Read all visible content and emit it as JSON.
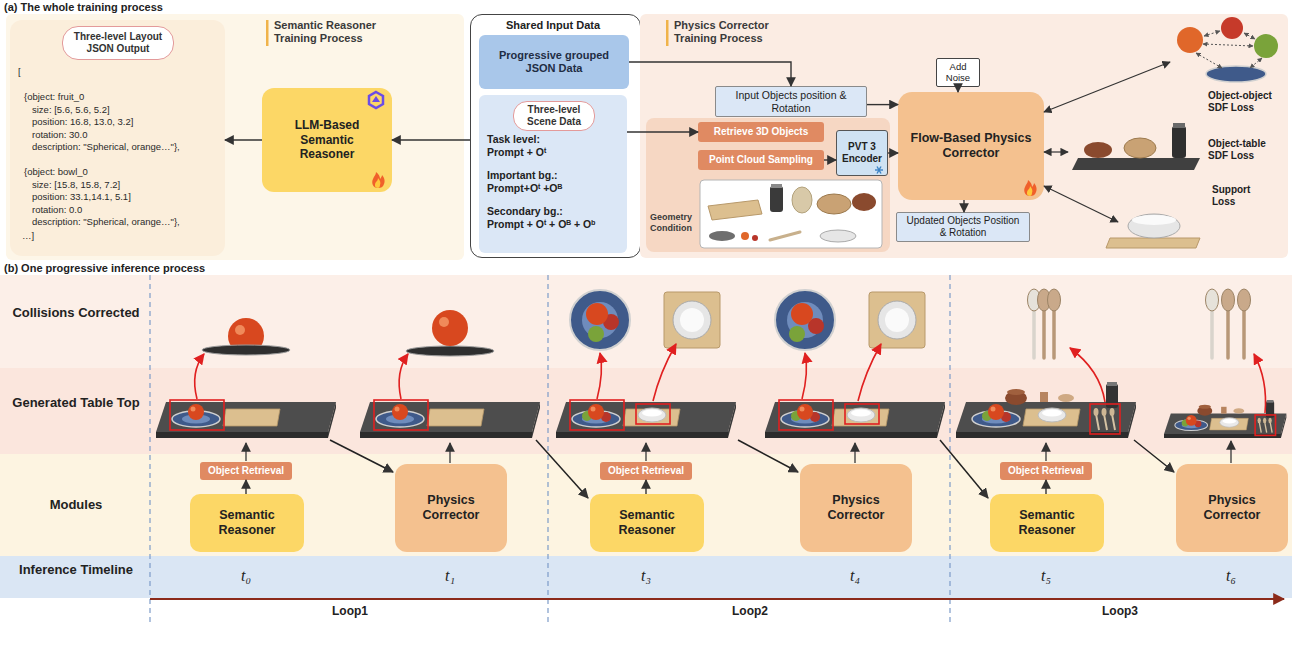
{
  "diagram": {
    "nodes": [
      {
        "text": [
          "Semantic Reasoner Training Process"
        ]
      },
      {
        "text": [
          "[",
          "{object: fruit_0",
          "size: [5.6, 5.6, 5.2]",
          "position: 16.8, 13.0, 3.2]",
          "rotation: 30.0",
          "description: \"Spherical, orange…\"},",
          "{object: bowl_0",
          "size: [15.8, 15.8, 7.2]",
          "position: 33.1,14.1, 5.1]",
          "rotation: 0.0",
          "description: \"Spherical, orange…\"},",
          "…]"
        ],
        "in": 0
      },
      {
        "text": [
          "Three-level Layout JSON Output"
        ],
        "in": 1
      },
      {
        "text": [
          "LLM-Based Semantic Reasoner"
        ],
        "in": 0
      },
      {
        "text": [
          "Shared Input Data"
        ]
      },
      {
        "text": [
          "Progressive grouped JSON Data"
        ],
        "in": 4
      },
      {
        "text": [
          "Task level:",
          "Prompt + Oᵗ",
          "Important bg.:",
          "Prompt+Oᵗ +Oᴮ",
          "Secondary bg.:",
          "Prompt + Oᵗ + Oᴮ + Oᵇ"
        ],
        "in": 4
      },
      {
        "text": [
          "Three-level Scene Data"
        ],
        "in": 6
      },
      {
        "text": [
          "Physics Corrector Training Process"
        ]
      },
      {
        "text": [
          "Input Objects position & Rotation"
        ],
        "in": 8
      },
      {
        "text": [
          "Add Noise"
        ],
        "in": 8
      },
      {
        "text": [
          "Flow-Based Physics Corrector"
        ],
        "in": 8
      },
      {
        "text": [
          "Updated Objects Position & Rotation"
        ],
        "in": 8
      },
      {
        "text": [
          "Geometry Condition"
        ],
        "in": 8
      },
      {
        "text": [
          "Retrieve 3D Objects"
        ],
        "in": 13
      },
      {
        "text": [
          "Point Cloud Sampling"
        ],
        "in": 13
      },
      {
        "text": [
          "PVT 3 Encoder"
        ],
        "in": 13
      },
      {
        "text": [
          "Collisions Corrected"
        ]
      },
      {
        "text": [
          "Generated Table Top"
        ]
      },
      {
        "text": [
          "Modules"
        ]
      },
      {
        "text": [
          "Object Retrieval"
        ],
        "in": 19
      },
      {
        "text": [
          "Semantic Reasoner"
        ],
        "in": 19
      },
      {
        "text": [
          "Physics Corrector"
        ],
        "in": 19
      },
      {
        "text": [
          "Object Retrieval"
        ],
        "in": 19
      },
      {
        "text": [
          "Semantic Reasoner"
        ],
        "in": 19
      },
      {
        "text": [
          "Physics Corrector"
        ],
        "in": 19
      },
      {
        "text": [
          "Object Retrieval"
        ],
        "in": 19
      },
      {
        "text": [
          "Semantic Reasoner"
        ],
        "in": 19
      },
      {
        "text": [
          "Physics Corrector"
        ],
        "in": 19
      },
      {
        "text": [
          "Inference Timeline"
        ]
      }
    ],
    "edges": [
      {
        "from": 3,
        "to": 1,
        "arrow": "to"
      },
      {
        "from": 4,
        "to": 3,
        "arrow": "to"
      },
      {
        "from": 5,
        "to": 9,
        "arrow": "to"
      },
      {
        "from": 9,
        "to": 11,
        "arrow": "to"
      },
      {
        "from": 10,
        "to": 11,
        "arrow": "to"
      },
      {
        "from": 6,
        "to": 14,
        "arrow": "to"
      },
      {
        "from": 15,
        "to": 16,
        "arrow": "to"
      },
      {
        "from": 16,
        "to": 11,
        "arrow": "to"
      },
      {
        "from": 11,
        "to": 12,
        "arrow": "to"
      },
      {
        "from": 21,
        "to": 20,
        "arrow": "to"
      },
      {
        "from": 24,
        "to": 23,
        "arrow": "to"
      },
      {
        "from": 27,
        "to": 26,
        "arrow": "to"
      }
    ],
    "labels": [
      "(a) The whole training process",
      "(b) One progressive inference process",
      "Object-object SDF Loss",
      "Object-table SDF Loss",
      "Support Loss",
      "t₀",
      "t₁",
      "t₃",
      "t₄",
      "t₅",
      "t₆",
      "Loop1",
      "Loop2",
      "Loop3"
    ]
  }
}
